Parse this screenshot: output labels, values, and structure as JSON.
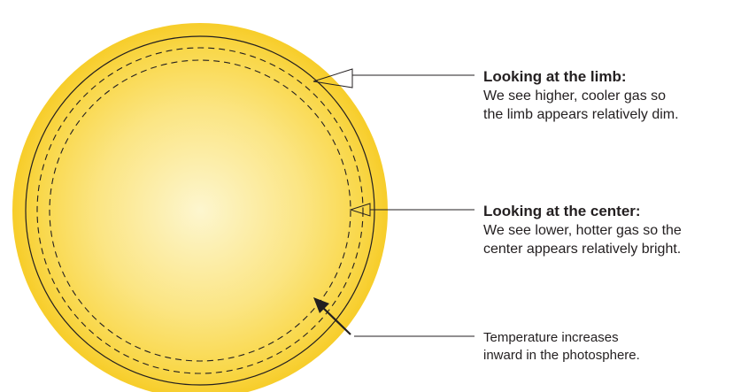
{
  "diagram": {
    "limb": {
      "title": "Looking at the limb:",
      "line1": "We see higher, cooler gas so",
      "line2": "the limb appears relatively dim."
    },
    "center": {
      "title": "Looking at the center:",
      "line1": "We see lower, hotter gas so the",
      "line2": "center appears relatively bright."
    },
    "temperature": {
      "line1": "Temperature increases",
      "line2": "inward in the photosphere."
    }
  },
  "colors": {
    "sun_center": "#fdf6cf",
    "sun_mid": "#fbe27a",
    "sun_edge": "#f7cf2c",
    "outline": "#231f20",
    "text": "#231f20"
  }
}
